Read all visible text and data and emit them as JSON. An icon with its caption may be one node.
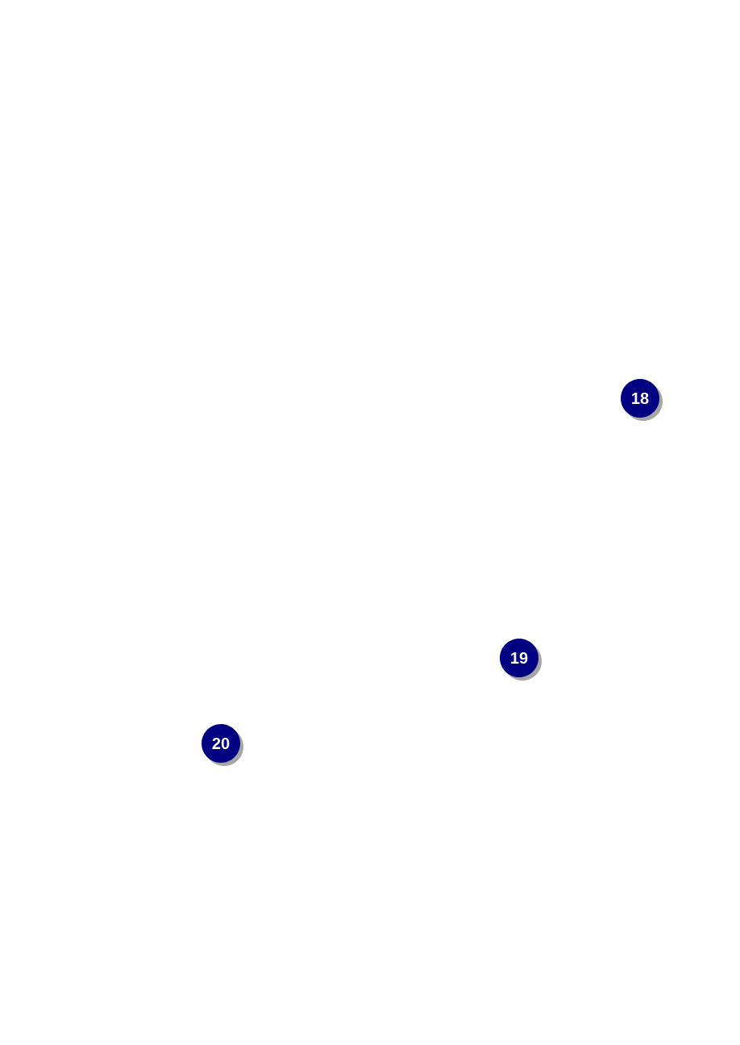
{
  "diagram": {
    "labels": [
      "18",
      "19",
      "20"
    ]
  }
}
